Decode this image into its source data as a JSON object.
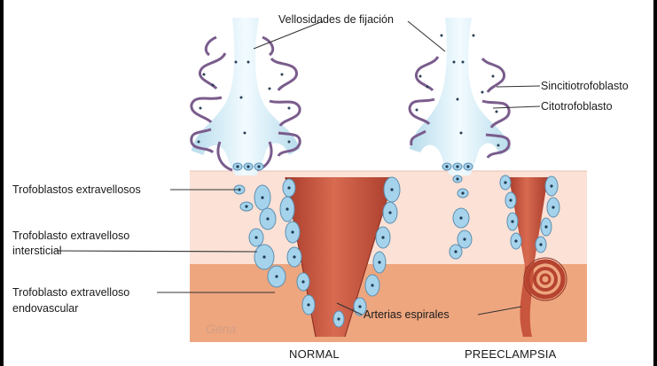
{
  "labels": {
    "top": "Vellosidades de fijación",
    "syncytio": "Sincitiotrofoblasto",
    "cyto": "Citotrofoblasto",
    "extravillous": "Trofoblastos extravellosos",
    "interstitial_l1": "Trofoblasto extravelloso",
    "interstitial_l2": "intersticial",
    "endovascular_l1": "Trofoblasto extravelloso",
    "endovascular_l2": "endovascular",
    "spiral": "Arterias espirales"
  },
  "captions": {
    "normal": "NORMAL",
    "preeclampsia": "PREECLAMPSIA"
  },
  "watermark": "Gena",
  "colors": {
    "decidua_light": "#fbe1d6",
    "myometrium": "#eea67f",
    "artery": "#c8553d",
    "villus_fill": "#d3ecf5",
    "villus_border": "#7a5c8c",
    "cell_fill": "#a6d3ec"
  }
}
